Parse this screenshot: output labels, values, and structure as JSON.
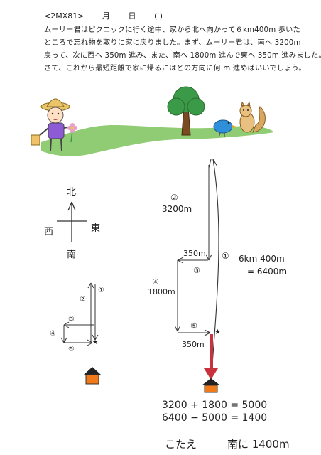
{
  "header": {
    "code": "<2MX81>",
    "month": "月",
    "day": "日",
    "weekday": "(  )"
  },
  "problem_lines": [
    "ムーリー君はピクニックに行く途中、家から北へ向かって６km400m 歩いた",
    "ところで忘れ物を取りに家に戻りました。まず、ムーリー君は、南へ 3200m",
    "戻って、次に西へ 350m 進み、また、南へ 1800m 進んで東へ 350m 進みました。",
    "さて、これから最短距離で家に帰るにはどの方向に何 m 進めばいいでしょう。"
  ],
  "compass": {
    "north": "北",
    "west": "西",
    "east": "東",
    "south": "南"
  },
  "small_diagram": {
    "labels": [
      "①",
      "②",
      "③",
      "④",
      "⑤"
    ]
  },
  "big_diagram": {
    "label_2": "②",
    "value_2": "3200m",
    "label_1": "①",
    "value_1a": "6km 400m",
    "value_1b": "= 6400m",
    "label_3": "③",
    "value_3": "350m",
    "label_4": "④",
    "value_4": "1800m",
    "label_5": "⑤",
    "value_5": "350m"
  },
  "work": {
    "line1": "3200 + 1800 = 5000",
    "line2": "6400 − 5000 = 1400"
  },
  "answer": {
    "label": "こたえ",
    "text": "南に 1400m"
  },
  "colors": {
    "grass": "#7cc35a",
    "arrow": "#c8323c",
    "house_roof": "#222222",
    "house_body": "#f07a1a",
    "tree_leaves": "#3a9a48",
    "tree_trunk": "#7a4a22",
    "bird": "#2f8fd8"
  }
}
